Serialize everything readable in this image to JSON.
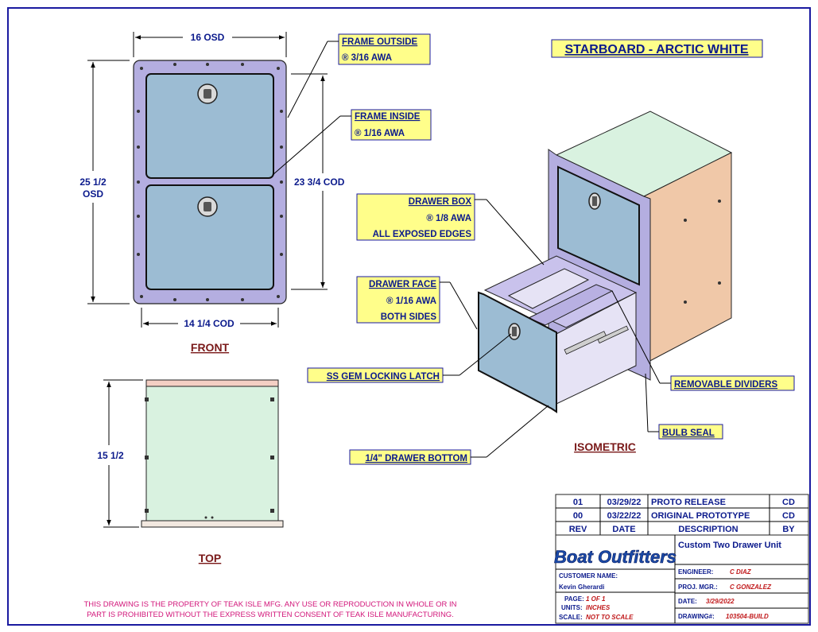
{
  "sheet_title": "STARBOARD - ARCTIC WHITE",
  "views": {
    "front": "FRONT",
    "top": "TOP",
    "isometric": "ISOMETRIC"
  },
  "dimensions": {
    "front_width_osd": "16 OSD",
    "front_height_osd_line1": "25 1/2",
    "front_height_osd_line2": "OSD",
    "front_height_cod": "23 3/4 COD",
    "front_width_cod": "14 1/4 COD",
    "top_depth": "15 1/2"
  },
  "callouts": {
    "frame_outside": {
      "title": "FRAME OUTSIDE",
      "spec": "® 3/16 AWA"
    },
    "frame_inside": {
      "title": "FRAME INSIDE",
      "spec": "® 1/16 AWA"
    },
    "drawer_box": {
      "title": "DRAWER BOX",
      "spec": "® 1/8 AWA",
      "note": "ALL EXPOSED EDGES"
    },
    "drawer_face": {
      "title": "DRAWER FACE",
      "spec": "® 1/16 AWA",
      "note": "BOTH SIDES"
    },
    "latch": "SS GEM LOCKING LATCH",
    "drawer_bottom": "1/4\" DRAWER BOTTOM",
    "removable_dividers": "REMOVABLE DIVIDERS",
    "bulb_seal": "BULB SEAL"
  },
  "revision_table": {
    "headers": [
      "REV",
      "DATE",
      "DESCRIPTION",
      "BY"
    ],
    "rows": [
      [
        "01",
        "03/29/22",
        "PROTO RELEASE",
        "CD"
      ],
      [
        "00",
        "03/22/22",
        "ORIGINAL PROTOTYPE",
        "CD"
      ]
    ]
  },
  "title_block": {
    "logo": "Boat Outfitters",
    "project": "Custom Two Drawer Unit",
    "customer_label": "CUSTOMER NAME:",
    "customer_name": "Kevin Gherardi",
    "page_label": "PAGE:",
    "page_value": "1 OF 1",
    "units_label": "UNITS:",
    "units_value": "INCHES",
    "scale_label": "SCALE:",
    "scale_value": "NOT TO SCALE",
    "engineer_label": "ENGINEER:",
    "engineer_value": "C DIAZ",
    "pm_label": "PROJ. MGR.:",
    "pm_value": "C GONZALEZ",
    "date_label": "DATE:",
    "date_value": "3/29/2022",
    "drawing_label": "DRAWING#:",
    "drawing_value": "103504-BUILD"
  },
  "notice": {
    "line1": "THIS DRAWING IS THE PROPERTY OF TEAK ISLE MFG.  ANY USE OR REPRODUCTION IN WHOLE OR IN",
    "line2": "PART IS PROHIBITED WITHOUT THE EXPRESS WRITTEN CONSENT OF TEAK ISLE MANUFACTURING."
  },
  "colors": {
    "frame": "#b4aee0",
    "panel": "#9cbcd3",
    "top_panel": "#d9f2e0",
    "side_panel": "#f0c8a8",
    "callout_fill": "#fffe8a",
    "text_blue": "#0b1a8c",
    "label_red": "#7a1a1a"
  }
}
